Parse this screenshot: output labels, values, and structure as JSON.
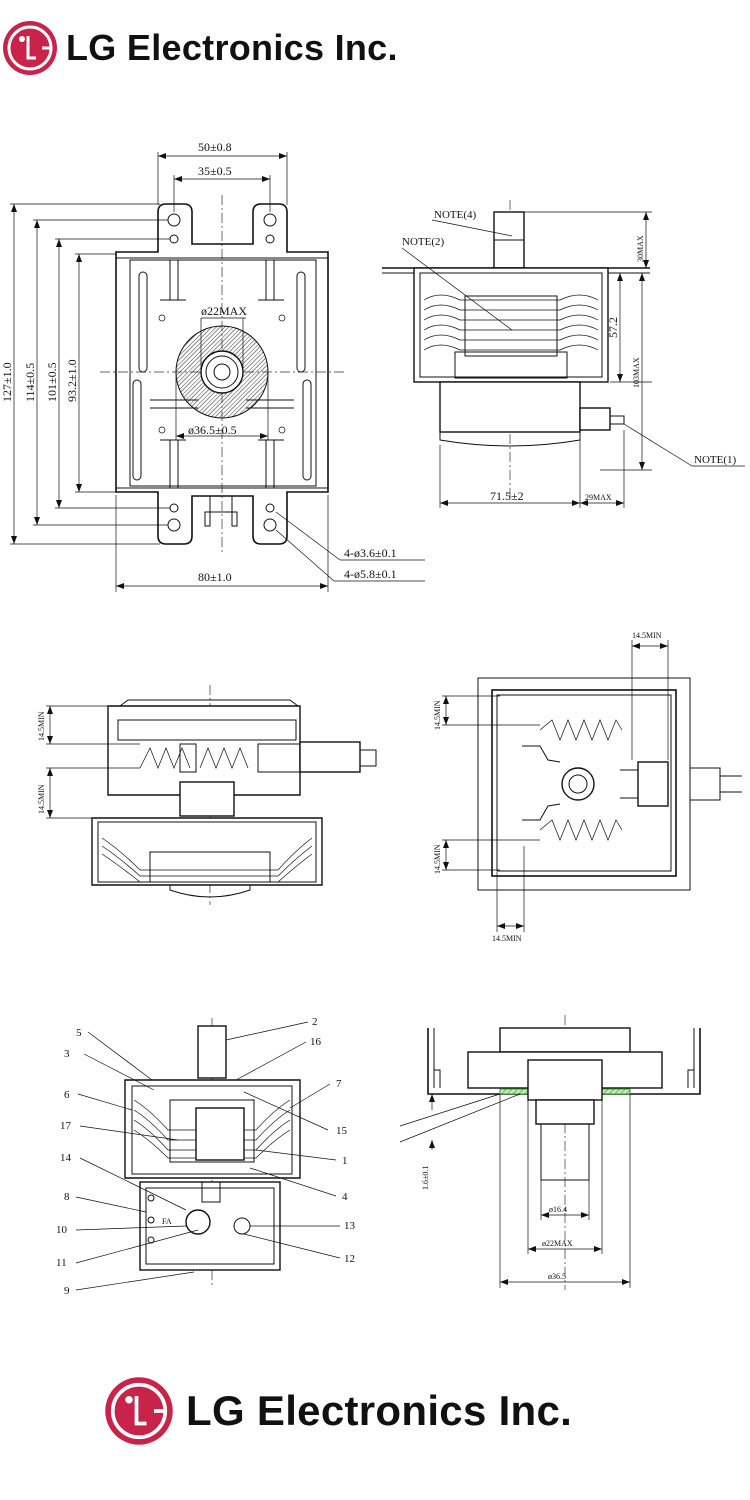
{
  "brand": {
    "company_name": "LG Electronics Inc.",
    "logo_color": "#c8234b"
  },
  "view_top_left": {
    "dims": {
      "d50": "50±0.8",
      "d35": "35±0.5",
      "d22": "ø22MAX",
      "d36": "ø36.5±0.5",
      "d80": "80±1.0",
      "d127": "127±1.0",
      "d114": "114±0.5",
      "d101": "101±0.5",
      "d93": "93.2±1.0",
      "hole1": "4-ø3.6±0.1",
      "hole2": "4-ø5.8±0.1"
    }
  },
  "view_top_right": {
    "notes": {
      "n4": "NOTE(4)",
      "n2": "NOTE(2)",
      "n1": "NOTE(1)"
    },
    "dims": {
      "d30": "30MAX",
      "d57": "57.2",
      "d103": "103MAX",
      "d71": "71.5±2",
      "d29": "29MAX"
    }
  },
  "view_mid_left": {
    "dims": {
      "a": "14.5MIN",
      "b": "14.5MIN"
    }
  },
  "view_mid_right": {
    "dims": {
      "top": "14.5MIN",
      "left_top": "14.5MIN",
      "left_bottom": "14.5MIN",
      "bottom": "14.5MIN"
    }
  },
  "view_bottom_left": {
    "part_numbers": [
      "1",
      "2",
      "3",
      "4",
      "5",
      "6",
      "7",
      "8",
      "9",
      "10",
      "11",
      "12",
      "13",
      "14",
      "15",
      "16",
      "17"
    ],
    "stamp_text": "FA"
  },
  "view_bottom_right": {
    "dims": {
      "d16": "ø16.4",
      "d22": "ø22MAX",
      "d36": "ø36.5",
      "d1_6": "1.6±0.1"
    }
  }
}
